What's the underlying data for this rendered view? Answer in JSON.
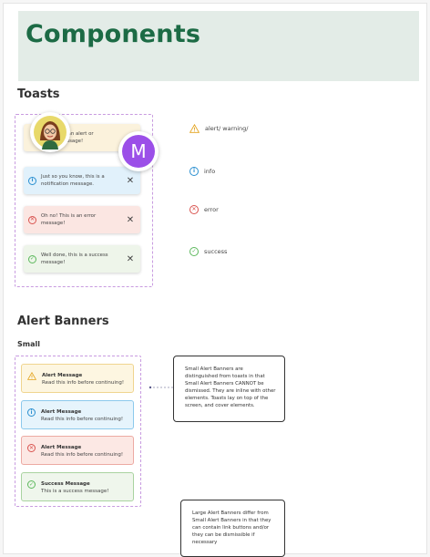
{
  "page": {
    "title": "Components"
  },
  "toasts": {
    "section_title": "Toasts",
    "items": [
      {
        "type": "alert",
        "message_line1": "s an alert or",
        "message_line2": "essage!"
      },
      {
        "type": "info",
        "message_line1": "Just so you know, this is a",
        "message_line2": "notification message.",
        "close": "✕"
      },
      {
        "type": "error",
        "message_line1": "Oh no! This is an error",
        "message_line2": "message!",
        "close": "✕"
      },
      {
        "type": "success",
        "message_line1": "Well done, this is a success",
        "message_line2": "message!",
        "close": "✕"
      }
    ],
    "legend": [
      {
        "icon": "warning-icon",
        "label": "alert/ warning/"
      },
      {
        "icon": "info-icon",
        "label": "info"
      },
      {
        "icon": "error-icon",
        "label": "error"
      },
      {
        "icon": "success-icon",
        "label": "success"
      }
    ],
    "avatar_initial": "M"
  },
  "banners": {
    "section_title": "Alert Banners",
    "subsection_title": "Small",
    "items": [
      {
        "type": "warning",
        "title": "Alert Message",
        "body": "Read this info before continuing!"
      },
      {
        "type": "info",
        "title": "Alert Message",
        "body": "Read this info before continuing!"
      },
      {
        "type": "error",
        "title": "Alert Message",
        "body": "Read this info before continuing!"
      },
      {
        "type": "success",
        "title": "Success Message",
        "body": "This is a success message!"
      }
    ],
    "note_small": "Small Alert Banners are distinguished from toasts in that Small Alert Banners CANNOT be dismissed. They are inline with other elements. Toasts lay on top of the screen, and cover elements.",
    "note_large": "Large Alert Banners differ from Small Alert Banners in that they can contain link buttons and/or they can be dismissible if necessary"
  },
  "colors": {
    "brand": "#1c6b45",
    "warning": "#e3a21a",
    "info": "#2a8fd0",
    "error": "#d9534f",
    "success": "#5cb85c",
    "accent_purple": "#9b4fe8"
  }
}
